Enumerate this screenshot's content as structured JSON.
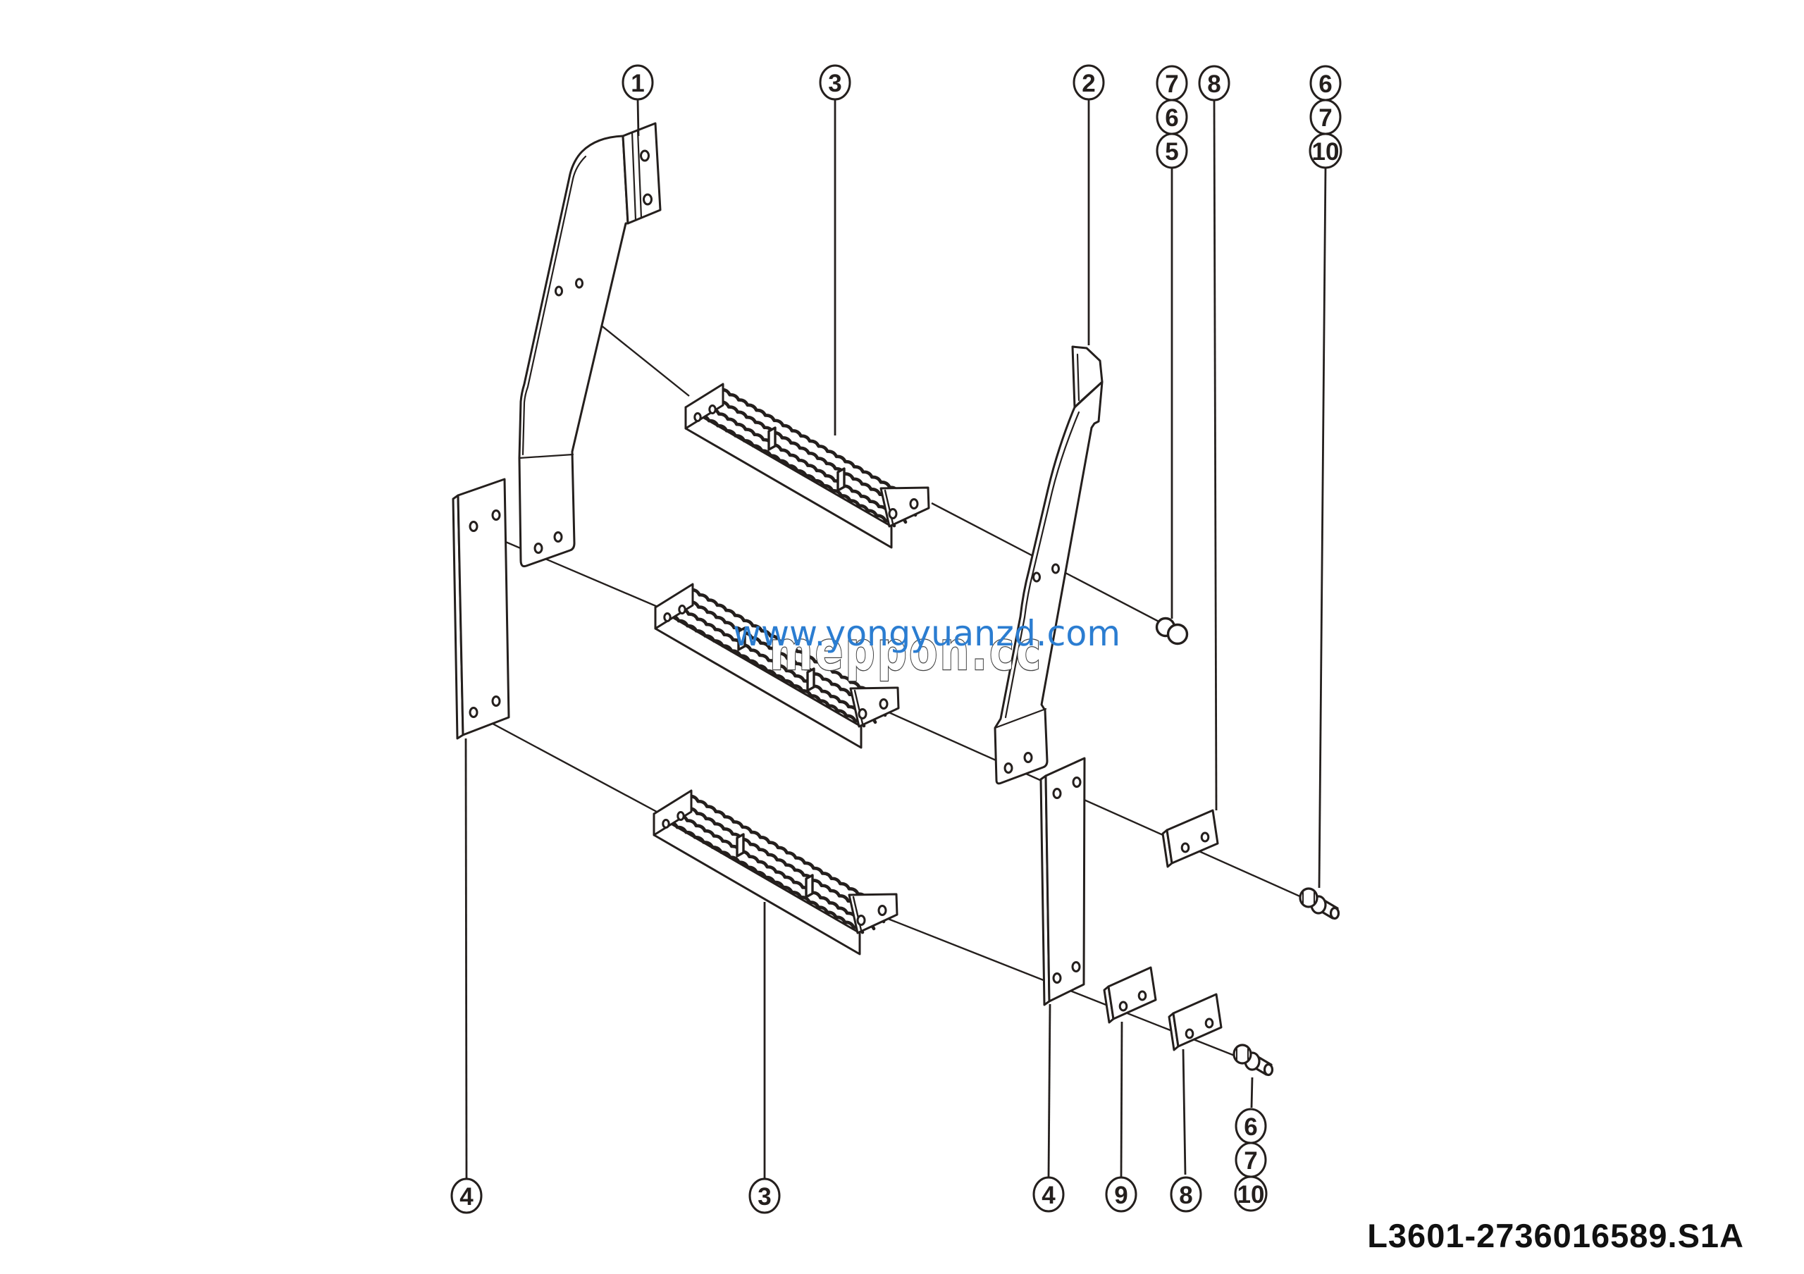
{
  "diagram": {
    "title_code": "L3601-2736016589.S1A",
    "type": "exploded-parts-diagram",
    "line_color": "#241f1d",
    "background": "#ffffff"
  },
  "watermark": {
    "line1": "www.yongyuanzd.com",
    "line2": "meppon.cc",
    "line1_color": "#2b7dd1"
  },
  "callouts": {
    "t1": "1",
    "t3": "3",
    "t2": "2",
    "r7": "7",
    "r6": "6",
    "r5": "5",
    "r8": "8",
    "q6": "6",
    "q7": "7",
    "q10": "10",
    "b4": "4",
    "b3": "3",
    "c4": "4",
    "c9": "9",
    "c8": "8",
    "d6": "6",
    "d7": "7",
    "d10": "10"
  }
}
